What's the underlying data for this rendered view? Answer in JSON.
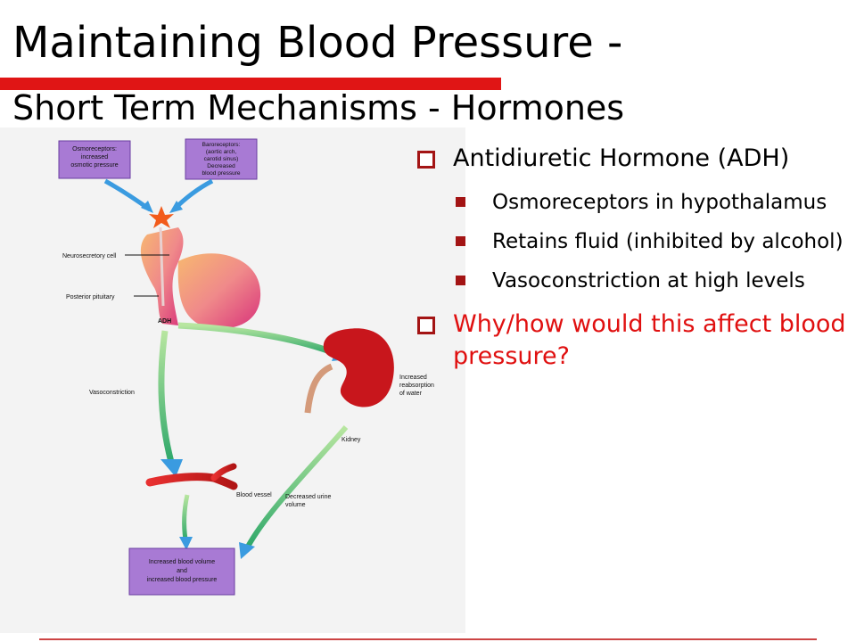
{
  "slide": {
    "title_line1": "Maintaining Blood Pressure -",
    "title_line2": "Short Term Mechanisms - Hormones"
  },
  "diagram": {
    "osmoreceptors_box": [
      "Osmoreceptors:",
      "increased",
      "osmotic pressure"
    ],
    "baroreceptors_box": [
      "Baroreceptors:",
      "(aortic arch,",
      "carotid sinus)",
      "Decreased",
      "blood pressure"
    ],
    "neurosecretory_label": "Neurosecretory cell",
    "posterior_pituitary_label": "Posterior pituitary",
    "adh_label": "ADH",
    "vasoconstriction_label": "Vasoconstriction",
    "reabsorption_label": [
      "Increased",
      "reabsorption",
      "of water"
    ],
    "kidney_label": "Kidney",
    "blood_vessel_label": "Blood vessel",
    "urine_label": [
      "Decreased urine",
      "volume"
    ],
    "result_box": [
      "Increased blood volume",
      "and",
      "increased blood pressure"
    ],
    "colors": {
      "box": "#a87ad4",
      "arrow_blue": "#3a9be0",
      "arrow_green": "#5cc24a",
      "kidney": "#c8161c",
      "vessel": "#d42020"
    }
  },
  "bullets": {
    "item1": "Antidiuretic Hormone (ADH)",
    "sub1": "Osmoreceptors in hypothalamus",
    "sub2": "Retains fluid (inhibited by alcohol)",
    "sub3": "Vasoconstriction at high levels",
    "item2": "Why/how would this affect blood pressure?"
  }
}
